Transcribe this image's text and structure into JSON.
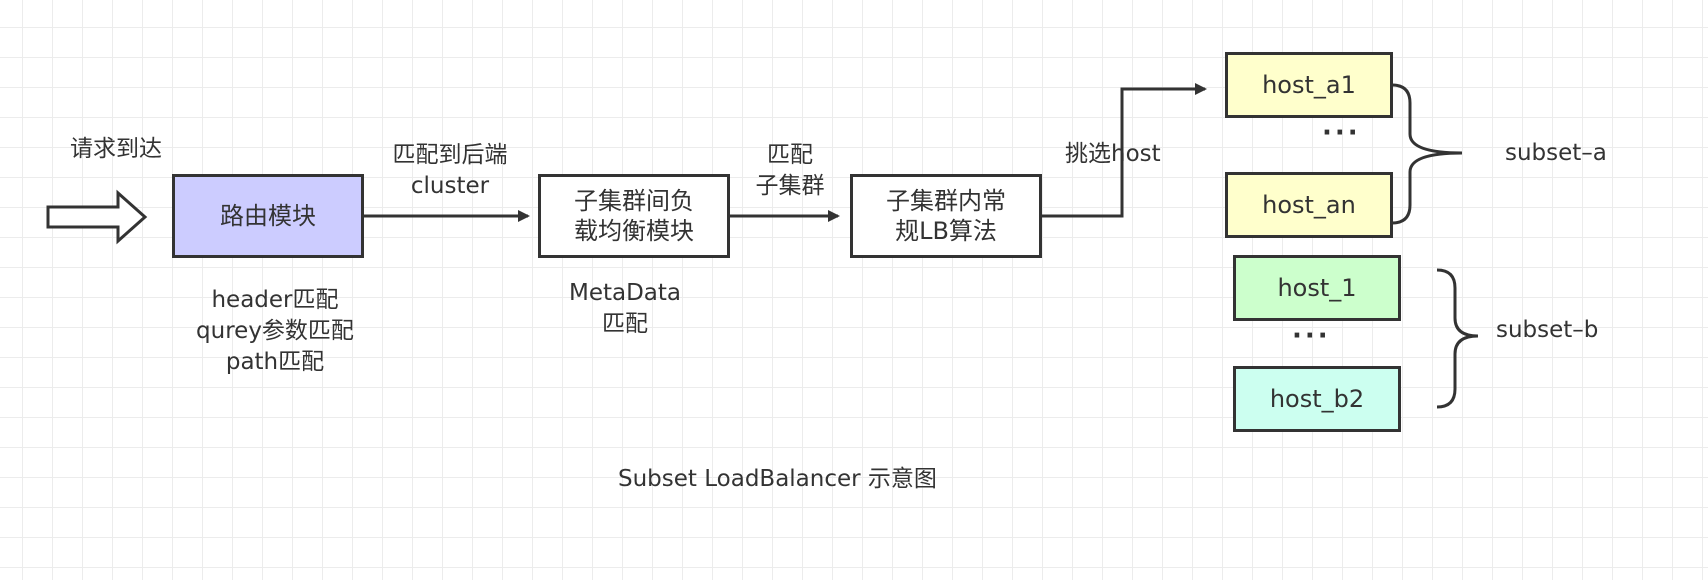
{
  "title": "Subset LoadBalancer 示意图",
  "request_label": "请求到达",
  "nodes": {
    "router": {
      "label": "路由模块",
      "fill": "#ccccff"
    },
    "subset_lb": {
      "label": "子集群间负载均衡模块",
      "line1": "子集群间负",
      "line2": "载均衡模块"
    },
    "inner_lb": {
      "label": "子集群内常规LB算法",
      "line1": "子集群内常",
      "line2": "规LB算法"
    }
  },
  "router_notes": [
    "header匹配",
    "qurey参数匹配",
    "path匹配"
  ],
  "subset_lb_notes": [
    "MetaData",
    "匹配"
  ],
  "edges": {
    "to_cluster": [
      "匹配到后端",
      "cluster"
    ],
    "to_subset": [
      "匹配",
      "子集群"
    ],
    "pick_host": "挑选host"
  },
  "subsets": [
    {
      "name": "subset–a",
      "ellipsis": "···",
      "fill": "#ffffcc",
      "hosts": [
        "host_a1",
        "host_an"
      ]
    },
    {
      "name": "subset–b",
      "ellipsis": "···",
      "hosts": [
        {
          "label": "host_1",
          "fill": "#ccffcc"
        },
        {
          "label": "host_b2",
          "fill": "#ccfff0"
        }
      ]
    }
  ]
}
